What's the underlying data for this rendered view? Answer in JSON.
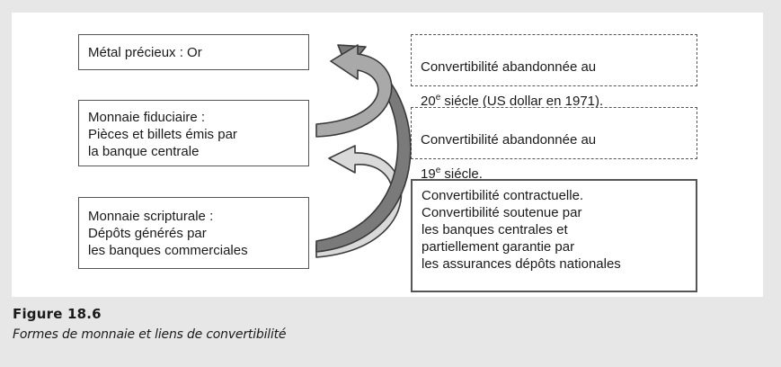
{
  "left_boxes": {
    "metal": "Métal précieux : Or",
    "fiduciaire": "Monnaie fiduciaire :\nPièces et billets émis par\nla banque centrale",
    "scripturale": "Monnaie scripturale :\nDépôts générés par\nles banques commerciales"
  },
  "right_boxes": {
    "box1_line1": "Convertibilité abandonnée au",
    "box1_ordinal": "20",
    "box1_sup": "e",
    "box1_rest": " siécle (US dollar en 1971).",
    "box2_line1": "Convertibilité abandonnée au",
    "box2_ordinal": "19",
    "box2_sup": "e",
    "box2_rest": " siécle.",
    "box3": "Convertibilité contractuelle.\nConvertibilité soutenue par\nles banques centrales et\npartiellement garantie par\nles assurances dépôts nationales"
  },
  "caption": {
    "title": "Figure 18.6",
    "subtitle": "Formes de monnaie et liens de convertibilité"
  },
  "colors": {
    "frame": "#e7e7e7",
    "arrow_dark": "#7a7a7a",
    "arrow_mid": "#a9a9a9",
    "arrow_light": "#d9d9d9",
    "arrow_stroke": "#3a3a3a"
  }
}
